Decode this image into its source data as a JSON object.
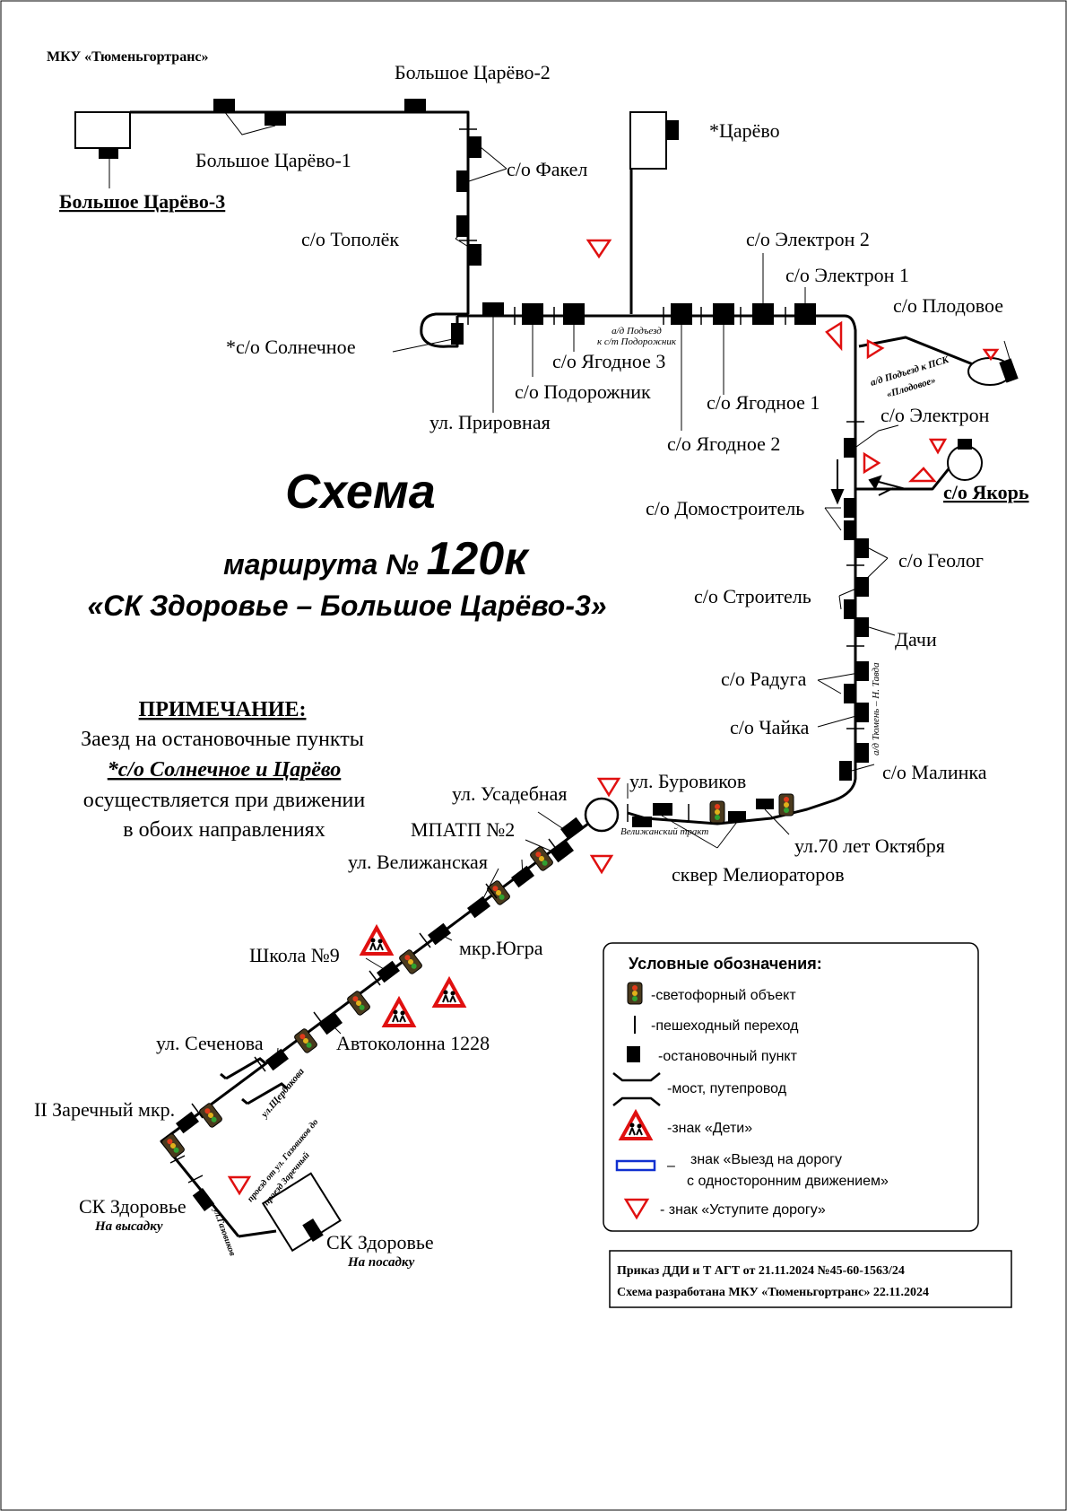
{
  "org": "МКУ «Тюменьгортранс»",
  "title": {
    "line1": "Схема",
    "line2_prefix": "маршрута №",
    "line2_number": "120к",
    "line3": "«СК Здоровье – Большое Царёво-3»"
  },
  "note": {
    "heading": "ПРИМЕЧАНИЕ:",
    "line1": "Заезд на остановочные пункты",
    "line2": "*с/о Солнечное и Царёво",
    "line3": "осуществляется при движении",
    "line4": "в обоих направлениях"
  },
  "stops": {
    "bolshoe3": "Большое Царёво-3",
    "bolshoe2": "Большое Царёво-2",
    "bolshoe1": "Большое Царёво-1",
    "tsarevo": "*Царёво",
    "fakel": "с/о Факел",
    "topolek": "с/о Тополёк",
    "solnechnoe": "*с/о Солнечное",
    "prirovnaya": "ул. Прировная",
    "podorozhnik": "с/о Подорожник",
    "yagodnoe3": "с/о Ягодное 3",
    "yagodnoe2": "с/о Ягодное 2",
    "yagodnoe1": "с/о Ягодное 1",
    "elektron2": "с/о Электрон 2",
    "elektron1": "с/о Электрон 1",
    "plodovoe": "с/о Плодовое",
    "elektron": "с/о Электрон",
    "yakor": "с/о Якорь",
    "domostroitel": "с/о Домостроитель",
    "geolog": "с/о Геолог",
    "stroitel": "с/о Строитель",
    "dachi": "Дачи",
    "raduga": "с/о Радуга",
    "chaika": "с/о Чайка",
    "malinka": "с/о Малинка",
    "oktyabrya": "ул.70 лет Октября",
    "meliorator": "сквер Мелиораторов",
    "burovikov": "ул. Буровиков",
    "usadebnaya": "ул. Усадебная",
    "mpatp": "МПАТП №2",
    "velizhanskaya": "ул. Велижанская",
    "yugra": "мкр.Югра",
    "shkola": "Школа №9",
    "avtokolonna": "Автоколонна 1228",
    "sechenova": "ул. Сеченова",
    "zarechny": "II Заречный мкр.",
    "sk_left": "СК Здоровье",
    "sk_left_sub": "На высадку",
    "sk_right": "СК Здоровье",
    "sk_right_sub": "На посадку"
  },
  "roads": {
    "podorozhnik_road_1": "а/д Подъезд",
    "podorozhnik_road_2": "к с/т Подорожник",
    "plodovoe_road_1": "а/д Подъезд к ПСК",
    "plodovoe_road_2": "«Плодовое»",
    "tavda": "а/д Тюмень – Н. Тавда",
    "velizh_trakt": "Велижанский тракт",
    "shcherbakova": "ул.Щербакова",
    "gazovikov": "ул.Газовиков",
    "proezd_1": "проезд от ул. Газовиков до",
    "proezd_2": "проезд Заречный"
  },
  "legend": {
    "title": "Условные обозначения:",
    "items": [
      "-светофорный объект",
      "-пешеходный переход",
      "-остановочный пункт",
      "-мост, путепровод",
      "-знак «Дети»",
      "знак «Выезд на дорогу",
      "с односторонним движением»",
      "- знак «Уступите дорогу»"
    ]
  },
  "footer": {
    "line1": "Приказ ДДИ и Т АГТ от 21.11.2024 №45-60-1563/24",
    "line2": "Схема разработана МКУ «Тюменьгортранс» 22.11.2024"
  },
  "colors": {
    "sign_red": "#e01010",
    "one_way_blue": "#1030d0"
  }
}
